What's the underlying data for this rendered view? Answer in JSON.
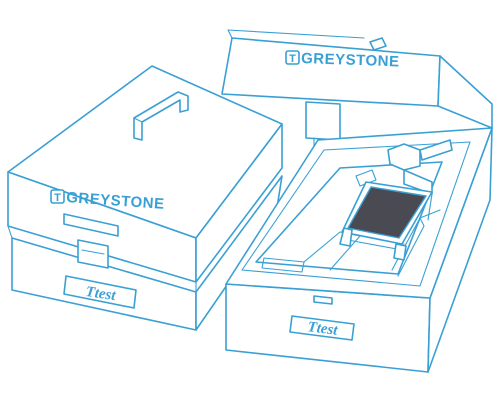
{
  "colors": {
    "line": "#3aa0d4",
    "dark": "#4a4a52",
    "bg": "#ffffff"
  },
  "left_case": {
    "brand_text": "GREYSTONE",
    "logo_text": "Ttest"
  },
  "right_case": {
    "brand_text": "GREYSTONE",
    "logo_text": "Ttest"
  }
}
